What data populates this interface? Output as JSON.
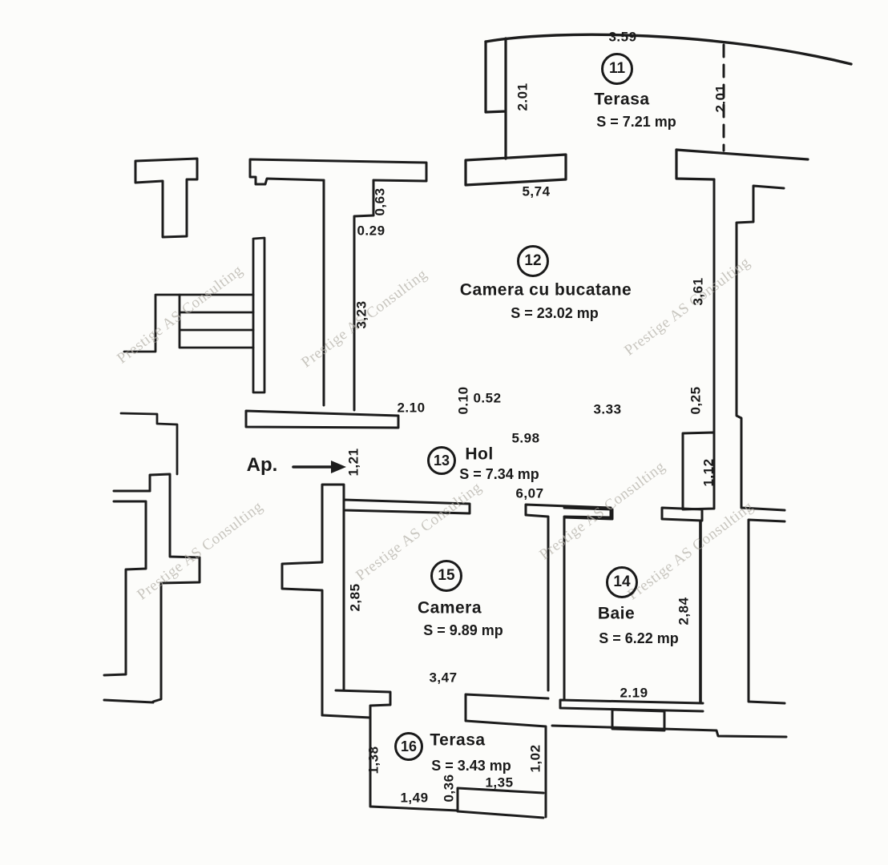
{
  "watermark": {
    "text": "Prestige AS Consulting"
  },
  "entrance": {
    "label": "Ap."
  },
  "rooms": [
    {
      "number": "11",
      "name": "Terasa",
      "area": "S = 7.21 mp"
    },
    {
      "number": "12",
      "name": "Camera cu bucatane",
      "area": "S = 23.02 mp"
    },
    {
      "number": "13",
      "name": "Hol",
      "area": "S = 7.34 mp"
    },
    {
      "number": "14",
      "name": "Baie",
      "area": "S = 6.22 mp"
    },
    {
      "number": "15",
      "name": "Camera",
      "area": "S = 9.89 mp"
    },
    {
      "number": "16",
      "name": "Terasa",
      "area": "S = 3.43 mp"
    }
  ],
  "dims": {
    "d359": "3.59",
    "d201l": "2.01",
    "d201r": "2.01",
    "d574": "5,74",
    "d063": "0,63",
    "d029": "0.29",
    "d323": "3,23",
    "d361": "3,61",
    "d025": "0,25",
    "d210": "2.10",
    "d010": "0.10",
    "d052": "0.52",
    "d333": "3.33",
    "d598": "5.98",
    "d121": "1,21",
    "d607": "6,07",
    "d112": "1,12",
    "d285": "2,85",
    "d284": "2,84",
    "d347": "3,47",
    "d219": "2.19",
    "d138": "1,38",
    "d102": "1,02",
    "d036": "0,36",
    "d135": "1,35",
    "d149": "1,49"
  },
  "colors": {
    "ink": "#1c1c1c",
    "paper": "#fcfcfa",
    "watermark": "#b4b0a8"
  }
}
